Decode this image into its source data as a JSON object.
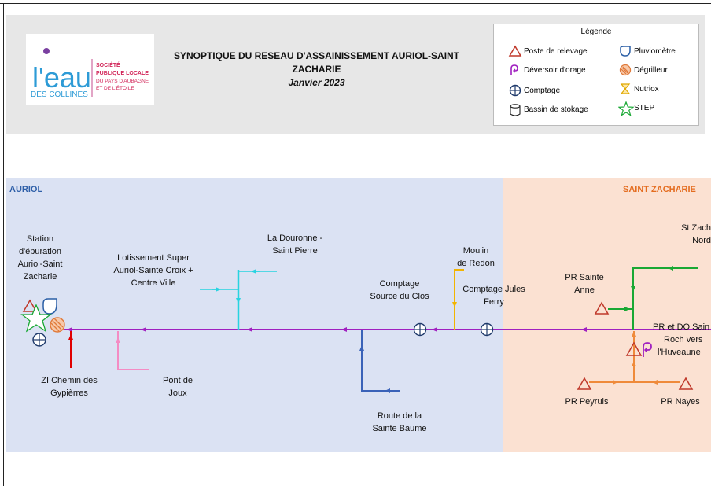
{
  "title": {
    "line1": "SYNOPTIQUE DU RESEAU D'ASSAINISSEMENT AURIOL-SAINT",
    "line2": "ZACHARIE",
    "date": "Janvier 2023"
  },
  "logo": {
    "brand_leau": "l'eau",
    "brand_des_collines": "DES COLLINES",
    "line1": "SOCIÉTÉ",
    "line2": "PUBLIQUE LOCALE",
    "line3": "DU PAYS D'AUBAGNE",
    "line4": "ET DE L'ÉTOILE"
  },
  "legend": {
    "title": "Légende",
    "items": [
      {
        "label": "Poste de relevage",
        "icon": "triangle-icon"
      },
      {
        "label": "Pluviomètre",
        "icon": "rain-gauge-icon"
      },
      {
        "label": "Déversoir d'orage",
        "icon": "storm-overflow-icon"
      },
      {
        "label": "Dégrilleur",
        "icon": "screen-icon"
      },
      {
        "label": "Comptage",
        "icon": "meter-icon"
      },
      {
        "label": "Nutriox",
        "icon": "hourglass-icon"
      },
      {
        "label": "Bassin de stokage",
        "icon": "cylinder-icon"
      },
      {
        "label": "STEP",
        "icon": "star-icon"
      }
    ]
  },
  "zones": {
    "auriol": "AURIOL",
    "saint_zacharie": "SAINT ZACHARIE"
  },
  "labels": {
    "station_1": "Station",
    "station_2": "d'épuration",
    "station_3": "Auriol-Saint",
    "station_4": "Zacharie",
    "zi_1": "ZI Chemin des",
    "zi_2": "Gypièrres",
    "pont_1": "Pont de",
    "pont_2": "Joux",
    "lotissement_1": "Lotissement Super",
    "lotissement_2": "Auriol-Sainte Croix +",
    "lotissement_3": "Centre Ville",
    "douronne_1": "La Douronne -",
    "douronne_2": "Saint Pierre",
    "source_1": "Comptage",
    "source_2": "Source du Clos",
    "route_1": "Route de la",
    "route_2": "Sainte Baume",
    "moulin_1": "Moulin",
    "moulin_2": "de Redon",
    "jules_1": "Comptage Jules",
    "jules_2": "Ferry",
    "sainte_anne_1": "PR Sainte",
    "sainte_anne_2": "Anne",
    "nord_1": "St Zach",
    "nord_2": "Nord",
    "roch_1": "PR et DO Sain",
    "roch_2": "Roch vers",
    "roch_3": "l'Huveaune",
    "peyruis": "PR Peyruis",
    "nayes": "PR Nayes"
  },
  "colors": {
    "main_line": "#a020c0",
    "red_branch": "#e00000",
    "pink_branch": "#f48cc4",
    "cyan_branch": "#27d3e0",
    "blue_branch": "#3a62b8",
    "yellow_branch": "#f2b400",
    "green_branch": "#19a834",
    "orange_branch": "#ef8a3a",
    "symbol_red": "#c0392b",
    "symbol_blue": "#2b5fa6",
    "header_bg": "#e7e7e7",
    "auriol_bg": "#dbe2f3",
    "stzach_bg": "#fbe1d2",
    "auriol_text": "#2e5fa8",
    "stzach_text": "#e46c1f"
  }
}
